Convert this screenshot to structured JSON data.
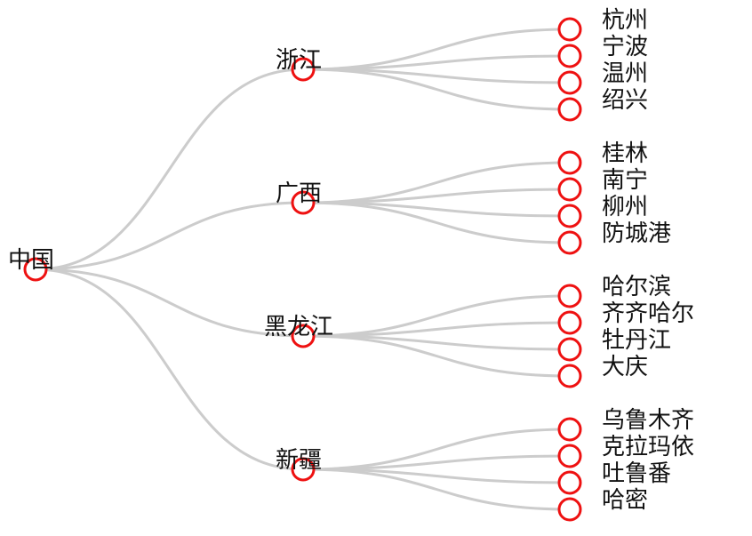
{
  "colors": {
    "link": "#cccccc",
    "node_stroke": "#ee1111",
    "node_fill": "#ffffff",
    "label": "#111111",
    "background": "#ffffff"
  },
  "tree": {
    "name": "中国",
    "children": [
      {
        "name": "浙江",
        "children": [
          {
            "name": "杭州"
          },
          {
            "name": "宁波"
          },
          {
            "name": "温州"
          },
          {
            "name": "绍兴"
          }
        ]
      },
      {
        "name": "广西",
        "children": [
          {
            "name": "桂林"
          },
          {
            "name": "南宁"
          },
          {
            "name": "柳州"
          },
          {
            "name": "防城港"
          }
        ]
      },
      {
        "name": "黑龙江",
        "children": [
          {
            "name": "哈尔滨"
          },
          {
            "name": "齐齐哈尔"
          },
          {
            "name": "牡丹江"
          },
          {
            "name": "大庆"
          }
        ]
      },
      {
        "name": "新疆",
        "children": [
          {
            "name": "乌鲁木齐"
          },
          {
            "name": "克拉玛依"
          },
          {
            "name": "吐鲁番"
          },
          {
            "name": "哈密"
          }
        ]
      }
    ]
  }
}
